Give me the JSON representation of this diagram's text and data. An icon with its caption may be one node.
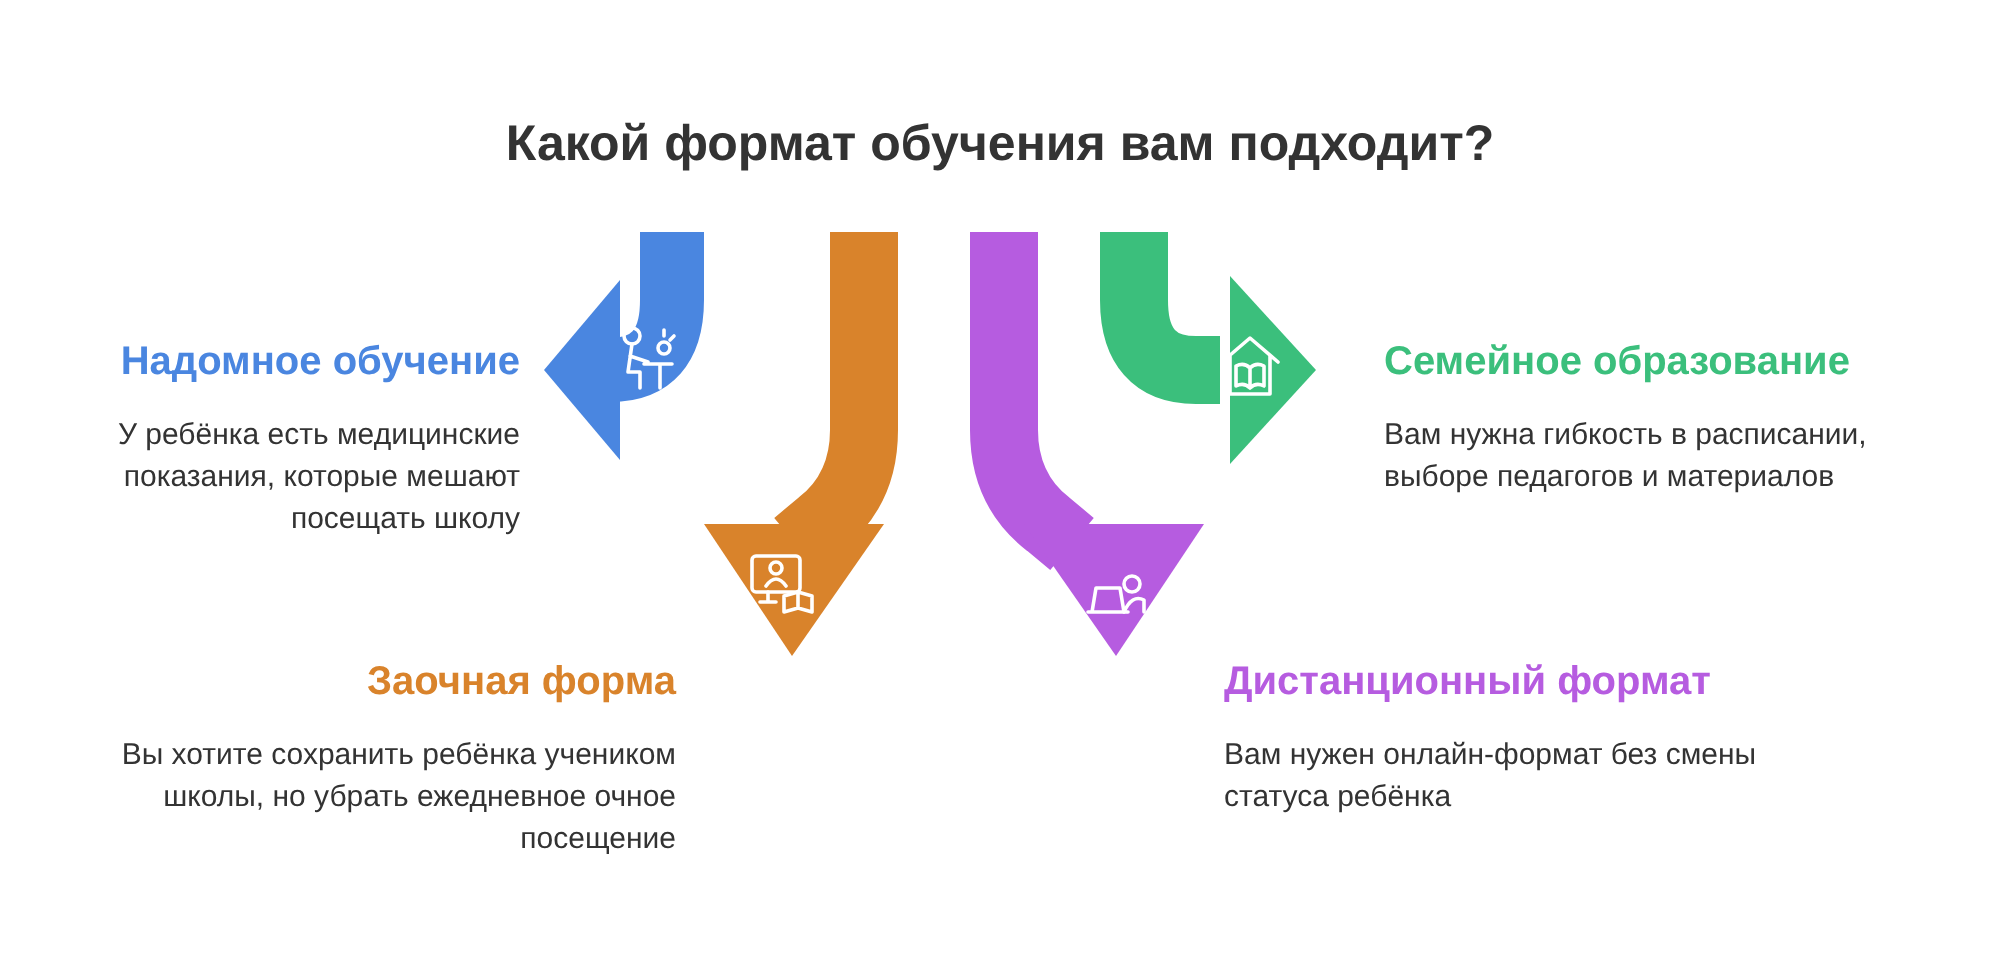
{
  "diagram": {
    "title": "Какой формат обучения вам подходит?",
    "nodes": [
      {
        "text": [
          "Надомное обучение",
          "У ребёнка есть медицинские показания, которые мешают посещать школу"
        ]
      },
      {
        "text": [
          "Семейное образование",
          "Вам нужна гибкость в расписании, выборе педагогов и материалов"
        ]
      },
      {
        "text": [
          "Заочная форма",
          "Вы хотите сохранить ребёнка учеником школы, но убрать ежедневное очное посещение"
        ]
      },
      {
        "text": [
          "Дистанционный формат",
          "Вам нужен онлайн-формат без смены статуса ребёнка"
        ]
      }
    ]
  }
}
